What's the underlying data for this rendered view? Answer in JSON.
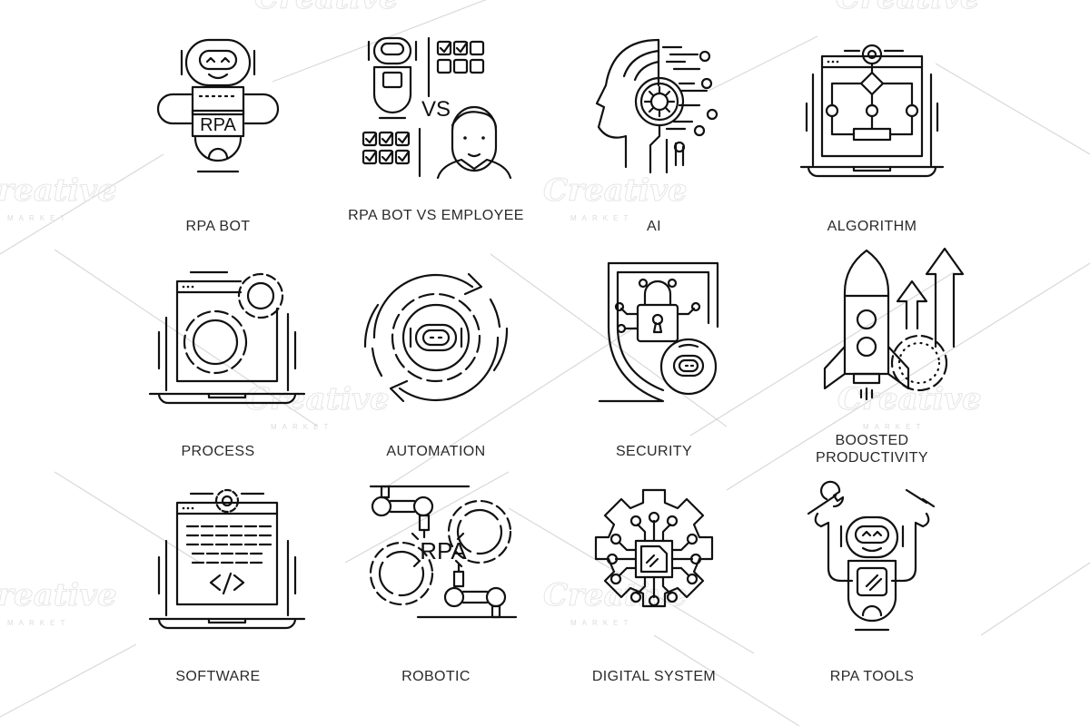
{
  "sheet": {
    "background": "#ffffff",
    "stroke_color": "#111111",
    "watermark": {
      "text": "Creative",
      "subtext": "MARKET",
      "color": "#e6e6e6"
    }
  },
  "icons": [
    {
      "label": "RPA BOT",
      "icon": "rpa-bot-icon",
      "inner_text": "RPA"
    },
    {
      "label": "RPA BOT VS EMPLOYEE",
      "icon": "bot-vs-employee-icon",
      "inner_text": "VS"
    },
    {
      "label": "AI",
      "icon": "ai-head-icon"
    },
    {
      "label": "ALGORITHM",
      "icon": "algorithm-laptop-icon"
    },
    {
      "label": "PROCESS",
      "icon": "process-gears-laptop-icon"
    },
    {
      "label": "AUTOMATION",
      "icon": "automation-cycle-icon"
    },
    {
      "label": "SECURITY",
      "icon": "security-shield-icon"
    },
    {
      "label": "BOOSTED PRODUCTIVITY",
      "icon": "rocket-growth-icon"
    },
    {
      "label": "SOFTWARE",
      "icon": "software-code-laptop-icon"
    },
    {
      "label": "ROBOTIC",
      "icon": "robotic-arms-icon",
      "inner_text": "RPA"
    },
    {
      "label": "DIGITAL SYSTEM",
      "icon": "chip-gear-icon"
    },
    {
      "label": "RPA TOOLS",
      "icon": "bot-tools-icon"
    }
  ]
}
